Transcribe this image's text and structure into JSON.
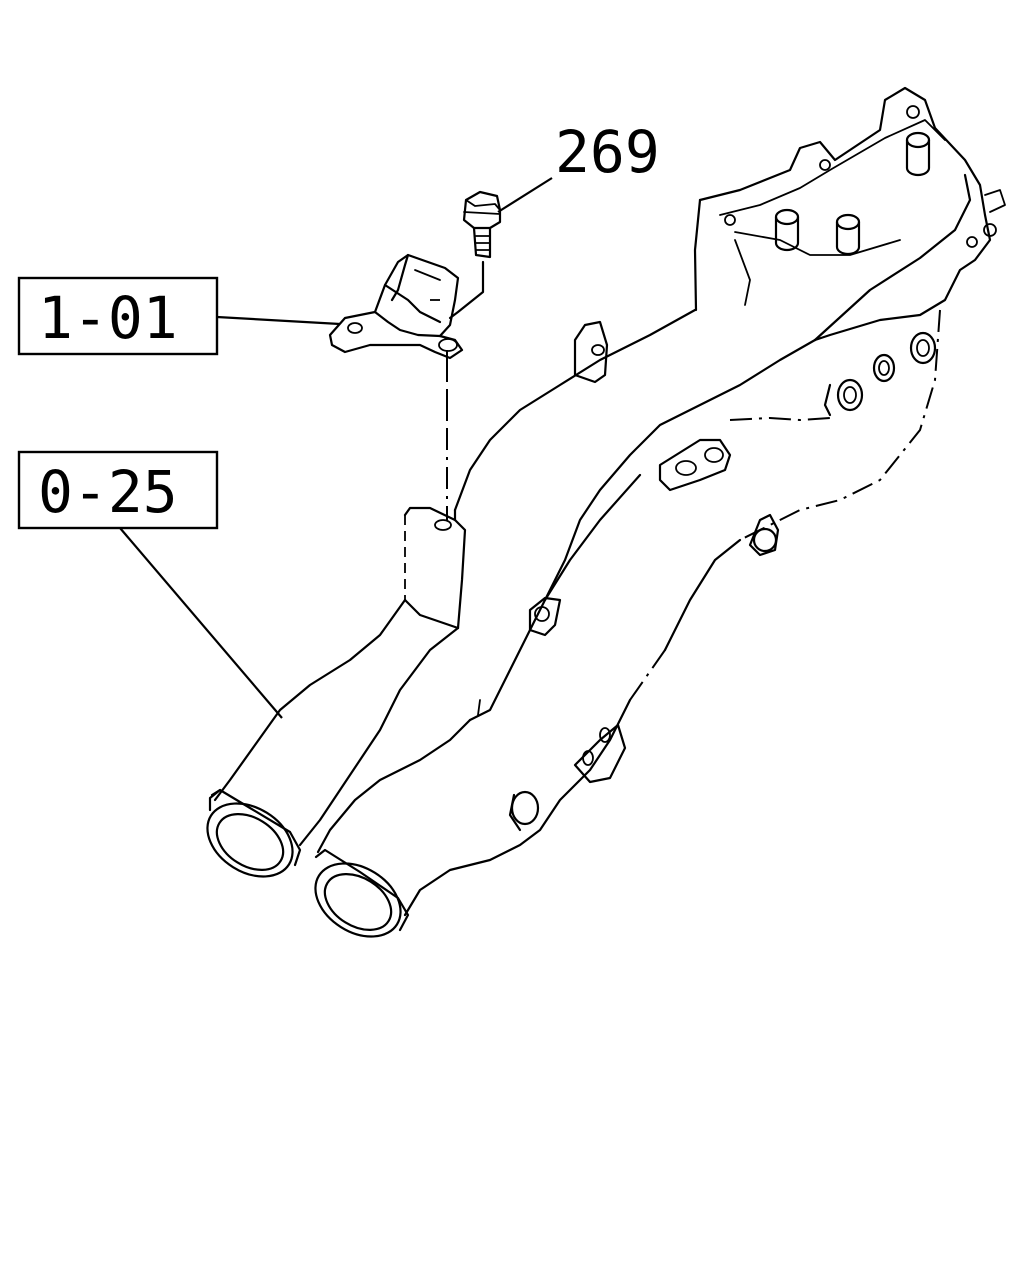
{
  "callouts": {
    "bolt": {
      "label": "269"
    },
    "bracket": {
      "label": "1-01"
    },
    "manifold": {
      "label": "0-25"
    }
  },
  "colors": {
    "line": "#000000",
    "background": "#ffffff"
  }
}
